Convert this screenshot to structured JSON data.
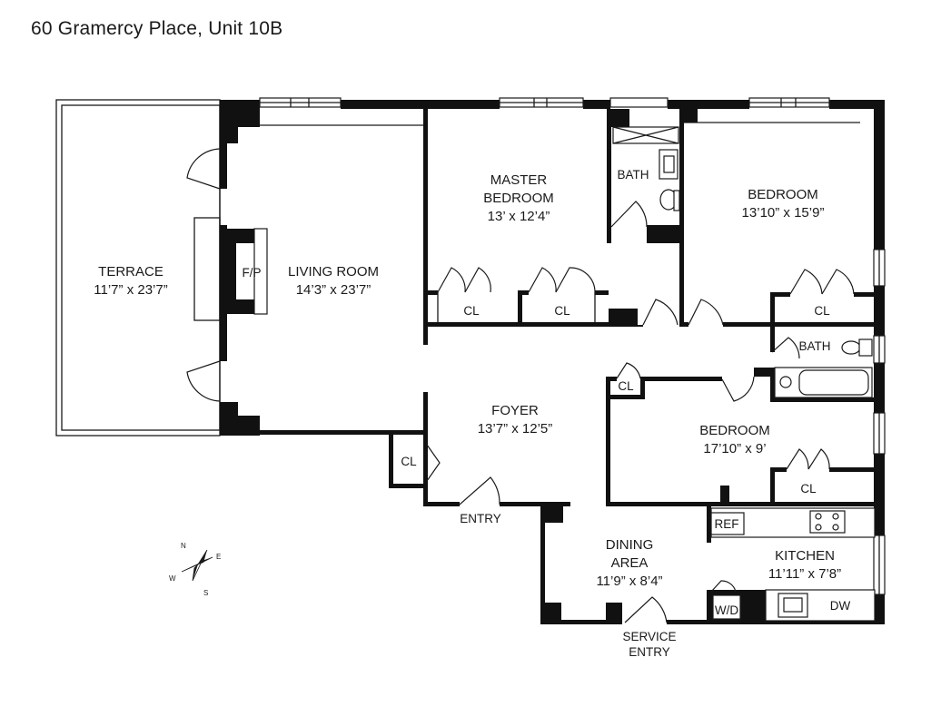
{
  "title": "60 Gramercy Place, Unit 10B",
  "rooms": {
    "terrace": {
      "name": "TERRACE",
      "dims": "11’7” x 23’7”"
    },
    "fireplace": {
      "name": "F/P"
    },
    "living_room": {
      "name": "LIVING ROOM",
      "dims": "14’3” x 23’7”"
    },
    "master_bedroom": {
      "name_line1": "MASTER",
      "name_line2": "BEDROOM",
      "dims": "13’ x 12’4”"
    },
    "master_bath": {
      "name": "BATH"
    },
    "bedroom_1": {
      "name": "BEDROOM",
      "dims": "13’10” x 15’9”"
    },
    "hall_bath": {
      "name": "BATH"
    },
    "foyer": {
      "name": "FOYER",
      "dims": "13’7” x 12’5”"
    },
    "bedroom_2": {
      "name": "BEDROOM",
      "dims": "17’10” x 9’"
    },
    "dining_area": {
      "name_line1": "DINING",
      "name_line2": "AREA",
      "dims": "11’9” x 8’4”"
    },
    "kitchen": {
      "name": "KITCHEN",
      "dims": "11’11” x 7’8”"
    }
  },
  "closets": {
    "label": "CL"
  },
  "fixtures": {
    "refrigerator": "REF",
    "washer_dryer": "W/D",
    "dishwasher": "DW"
  },
  "entries": {
    "main": "ENTRY",
    "service_line1": "SERVICE",
    "service_line2": "ENTRY"
  },
  "compass": {
    "n": "N",
    "e": "E",
    "s": "S",
    "w": "W"
  }
}
